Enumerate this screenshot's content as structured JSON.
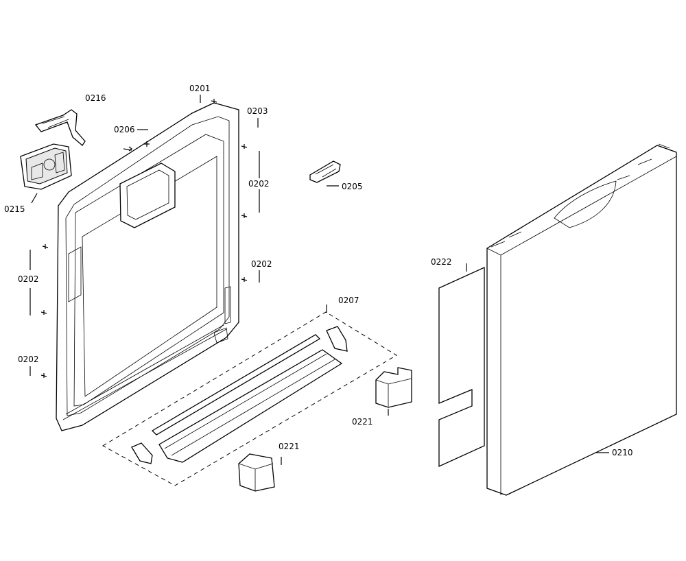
{
  "labels": {
    "p0201": "0201",
    "p0202_a": "0202",
    "p0202_b": "0202",
    "p0202_c": "0202",
    "p0202_d": "0202",
    "p0203": "0203",
    "p0205": "0205",
    "p0206": "0206",
    "p0207": "0207",
    "p0210": "0210",
    "p0215": "0215",
    "p0216": "0216",
    "p0221_a": "0221",
    "p0221_b": "0221",
    "p0222": "0222"
  }
}
